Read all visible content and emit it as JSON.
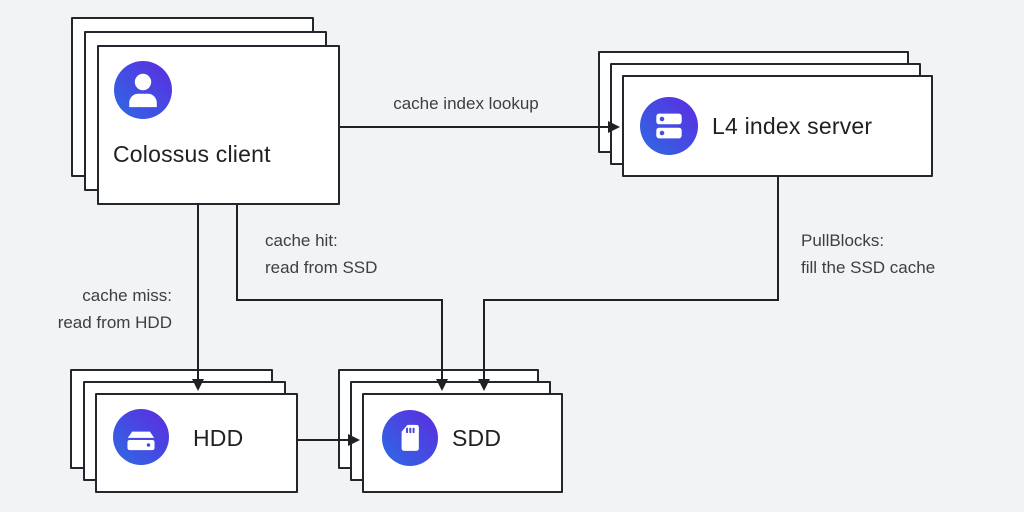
{
  "colors": {
    "background": "#f1f3f4",
    "card_fill": "#ffffff",
    "card_border": "#23272c",
    "connector": "#202124",
    "node_label": "#202124",
    "edge_label": "#3c4043",
    "icon_gradient_start": "#2d6be4",
    "icon_gradient_end": "#5d2be0",
    "icon_glyph": "#ffffff"
  },
  "nodes": {
    "colossus": {
      "label": "Colossus client",
      "icon": "person-icon"
    },
    "l4": {
      "label": "L4 index server",
      "icon": "server-storage-icon"
    },
    "hdd": {
      "label": "HDD",
      "icon": "hard-drive-icon"
    },
    "sdd": {
      "label": "SDD",
      "icon": "sd-card-icon"
    }
  },
  "edges": {
    "lookup": {
      "label": "cache index lookup",
      "from": "colossus",
      "to": "l4"
    },
    "hit": {
      "line1": "cache hit:",
      "line2": "read from SSD",
      "from": "colossus",
      "to": "sdd"
    },
    "miss": {
      "line1": "cache miss:",
      "line2": "read from HDD",
      "from": "colossus",
      "to": "hdd"
    },
    "pull": {
      "line1": "PullBlocks:",
      "line2": "fill the SSD cache",
      "from": "l4",
      "to": "sdd"
    },
    "hdd_to_sdd": {
      "from": "hdd",
      "to": "sdd"
    }
  }
}
